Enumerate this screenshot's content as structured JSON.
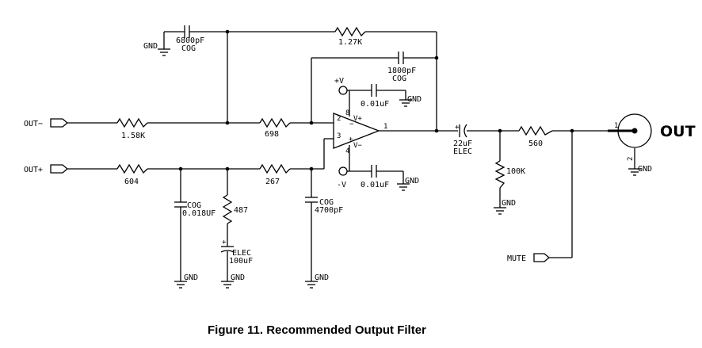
{
  "caption": "Figure 11.  Recommended Output Filter",
  "ports": {
    "out_minus": "OUT−",
    "out_plus": "OUT+",
    "mute": "MUTE",
    "out_jack": "OUT"
  },
  "components": {
    "r_1_58k": "1.58K",
    "r_698": "698",
    "r_604": "604",
    "r_267": "267",
    "r_487": "487",
    "r_1_27k": "1.27K",
    "r_560": "560",
    "r_100k": "100K",
    "c_6800pf_value": "6800pF",
    "c_6800pf_type": "COG",
    "c_1800pf_value": "1800pF",
    "c_1800pf_type": "COG",
    "c_0018uf_type": "COG",
    "c_0018uf_value": "0.018UF",
    "c_4700pf_type": "COG",
    "c_4700pf_value": "4700pF",
    "c_100uf_type": "ELEC",
    "c_100uf_value": "100uF",
    "c_22uf_value": "22uF",
    "c_22uf_type": "ELEC",
    "c_bypass_top": "0.01uF",
    "c_bypass_bottom": "0.01uF"
  },
  "opamp": {
    "pin2": "2",
    "pin3": "3",
    "pin1": "1",
    "pin8": "8",
    "pin4": "4",
    "minus_sign": "−",
    "plus_sign": "+",
    "vplus_pin": "V+",
    "vminus_pin": "V−"
  },
  "supplies": {
    "pos": "+V",
    "neg": "-V"
  },
  "gnd": "GND",
  "polarity_plus": "+",
  "jack_pins": {
    "pin1": "1",
    "pin2": "2"
  }
}
